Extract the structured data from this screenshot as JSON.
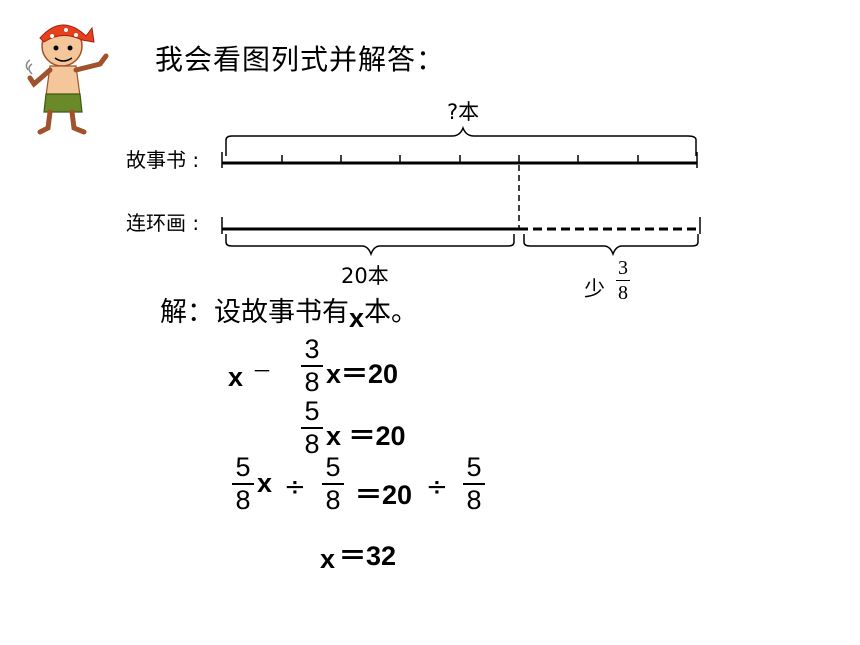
{
  "title": "我会看图列式并解答：",
  "diagram": {
    "total_label": "?本",
    "row1_label": "故事书 :",
    "row2_label": "连环画 :",
    "part_label": "20本",
    "less_word": "少",
    "less_num": "3",
    "less_den": "8"
  },
  "solution": {
    "intro": "解：设故事书有",
    "intro_var": "x",
    "intro_end": "本。",
    "line1": {
      "x": "x",
      "minus": "－",
      "num": "3",
      "den": "8",
      "rest": "x＝20"
    },
    "line2": {
      "num": "5",
      "den": "8",
      "rest": "x ＝20"
    },
    "line3": {
      "num1": "5",
      "den1": "8",
      "x": "x",
      "div1": "÷",
      "num2": "5",
      "den2": "8",
      "eq": "＝20",
      "div2": "÷",
      "num3": "5",
      "den3": "8"
    },
    "line4": {
      "x": "x",
      "rest": "＝32"
    }
  }
}
